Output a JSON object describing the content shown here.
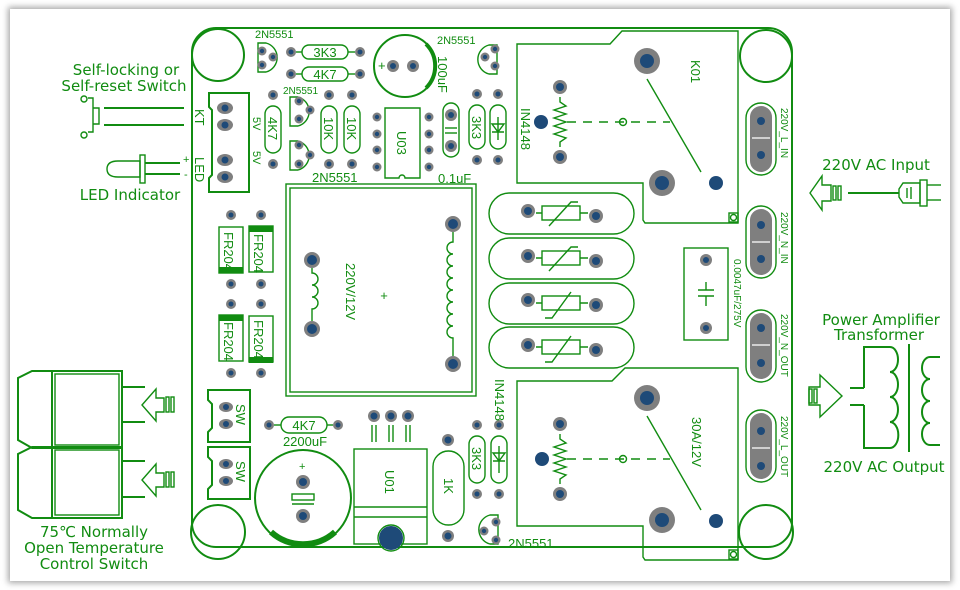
{
  "colors": {
    "silkscreen": "#118c11",
    "pad": "#7f7f7f",
    "hole": "#1e4a78",
    "background": "#ffffff"
  },
  "annotations": {
    "switch_label_line1": "Self-locking or",
    "switch_label_line2": "Self-reset Switch",
    "led_label": "LED Indicator",
    "ac_input": "220V AC Input",
    "transformer_line1": "Power Amplifier",
    "transformer_line2": "Transformer",
    "ac_output": "220V AC Output",
    "temp_line1": "75℃ Normally",
    "temp_line2": "Open Temperature",
    "temp_line3": "Control Switch",
    "led_plus": "+",
    "led_minus": "-"
  },
  "components": {
    "q_top_left": "2N5551",
    "q_mid_left": "2N5551",
    "q_bottom_left": "2N5551",
    "q_top_right": "2N5551",
    "q_bottom_right": "2N5551",
    "r_3k3_top": "3K3",
    "r_4k7_top": "4K7",
    "r_4k7_vert": "4K7",
    "r_10k_a": "10K",
    "r_10k_b": "10K",
    "r_3k3_right": "3K3",
    "r_3k3_bottom": "3K3",
    "r_1k": "1K",
    "r_4k7_bottom": "4K7",
    "cap_100uf": "100uF",
    "cap_2200uf": "2200uF",
    "cap_0_1uf": "0.1uF",
    "cap_x2": "0.0047uF/275V",
    "ic_u03": "U03",
    "reg_u01": "U01",
    "diode_top": "IN4148",
    "diode_bottom": "IN4148",
    "relay_top": "K01",
    "relay_bottom": "30A/12V",
    "transformer": "220V/12V",
    "transformer_plus": "+",
    "conn_kt": "KT",
    "conn_led": "LED",
    "conn_5v_a": "5V",
    "conn_5v_b": "5V",
    "sw1": "SW",
    "sw2": "SW",
    "rect": [
      "FR204",
      "FR204",
      "FR204",
      "FR204"
    ],
    "cap_plus_100": "+",
    "cap_plus_2200": "+",
    "term_l_in": "220V_L_IN",
    "term_n_in": "220V_N_IN",
    "term_n_out": "220V_N_OUT",
    "term_l_out": "220V_L_OUT"
  }
}
